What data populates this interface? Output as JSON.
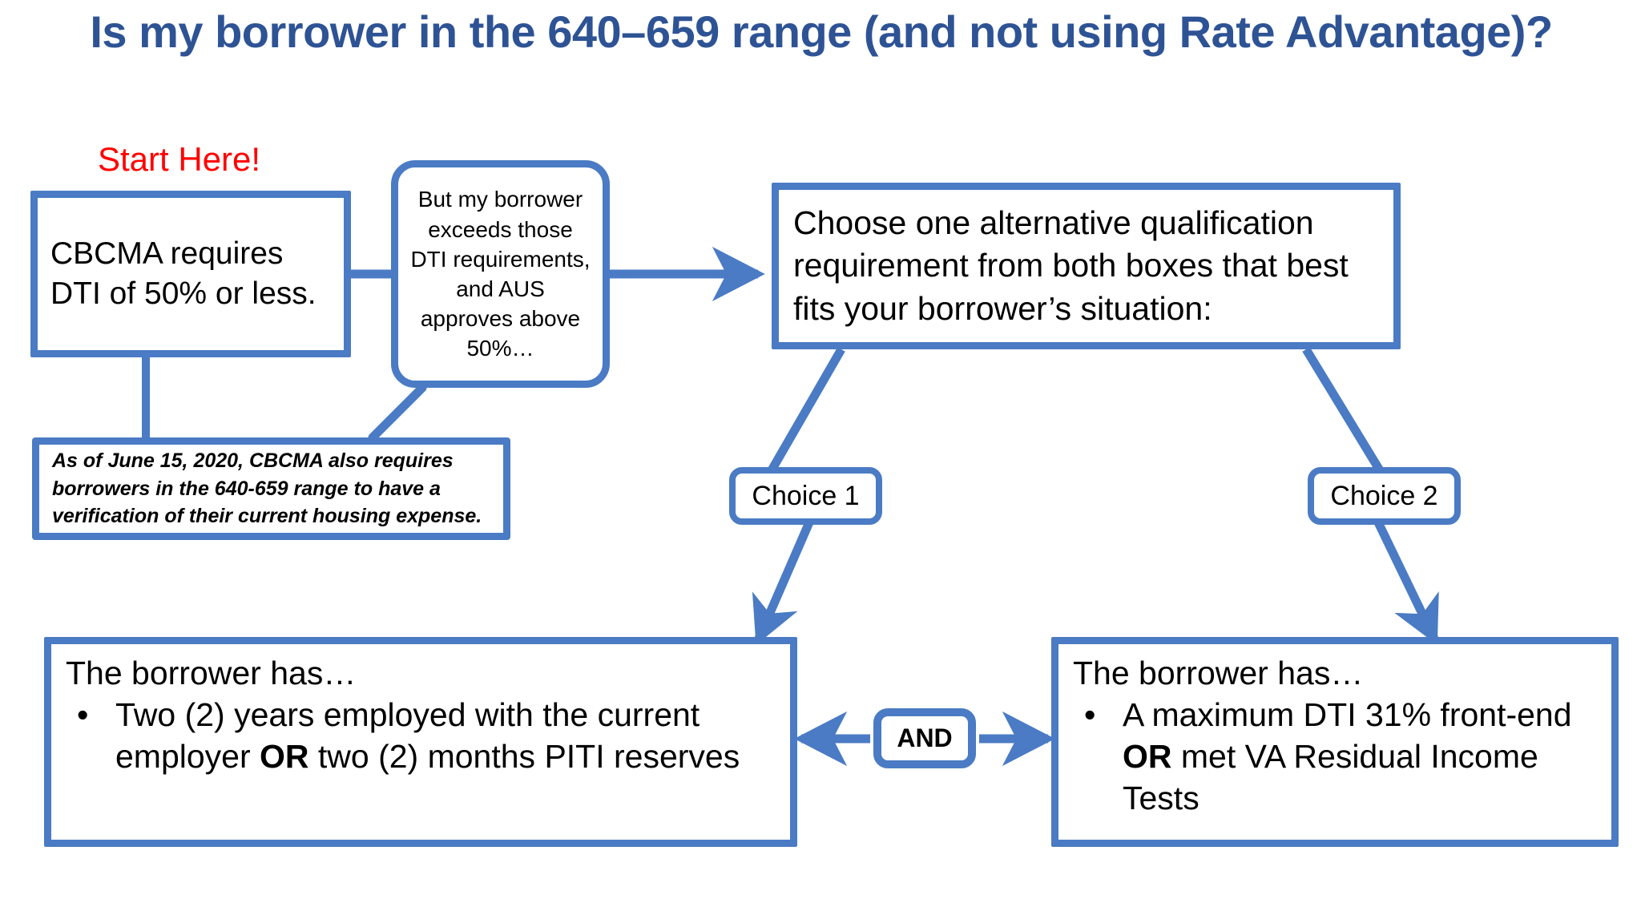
{
  "title": "Is my borrower in the 640–659 range (and not using Rate Advantage)?",
  "colors": {
    "title_blue": "#2E5395",
    "connector_blue": "#4A7BC4",
    "start_red": "#FF0000",
    "box_fill": "#FFFFFF",
    "text_black": "#000000"
  },
  "start_label": "Start Here!",
  "nodes": {
    "cbcma": {
      "text": "CBCMA requires DTI of 50% or less.",
      "shape": "rectangle"
    },
    "callout": {
      "text": "But my borrower exceeds those DTI requirements, and AUS approves above 50%…",
      "shape": "rounded-callout"
    },
    "choose": {
      "text": "Choose one alternative qualification requirement from both boxes that best fits your borrower’s situation:",
      "shape": "rectangle"
    },
    "note": {
      "text": "As of June 15, 2020, CBCMA also requires borrowers in the 640-659 range to have a verification of their current housing expense.",
      "shape": "rectangle"
    },
    "choice1": {
      "label": "Choice 1",
      "shape": "rounded-pill"
    },
    "choice2": {
      "label": "Choice 2",
      "shape": "rounded-pill"
    },
    "and": {
      "label": "AND",
      "shape": "rounded-pill"
    },
    "left_req": {
      "heading": "The borrower has…",
      "bullet_marker": "•",
      "items": [
        {
          "parts": [
            {
              "text": "Two (2) years employed with the current employer ",
              "bold": false
            },
            {
              "text": "OR",
              "bold": true
            },
            {
              "text": " two (2) months PITI reserves",
              "bold": false
            }
          ]
        }
      ]
    },
    "right_req": {
      "heading": "The borrower has…",
      "bullet_marker": "•",
      "items": [
        {
          "parts": [
            {
              "text": "A maximum DTI 31% front-end ",
              "bold": false
            },
            {
              "text": "OR",
              "bold": true
            },
            {
              "text": " met VA Residual Income Tests",
              "bold": false
            }
          ]
        }
      ]
    }
  },
  "connectors": [
    {
      "from": "cbcma",
      "to": "callout",
      "style": "elbow"
    },
    {
      "from": "cbcma",
      "to": "note",
      "style": "elbow"
    },
    {
      "from": "callout",
      "to": "note",
      "style": "callout-tail"
    },
    {
      "from": "callout",
      "to": "choose",
      "style": "arrow-right"
    },
    {
      "from": "choose",
      "to": "left_req",
      "style": "diagonal-arrow-via-choice1"
    },
    {
      "from": "choose",
      "to": "right_req",
      "style": "diagonal-arrow-via-choice2"
    },
    {
      "from": "left_req",
      "to": "right_req",
      "style": "double-arrow-and"
    }
  ]
}
